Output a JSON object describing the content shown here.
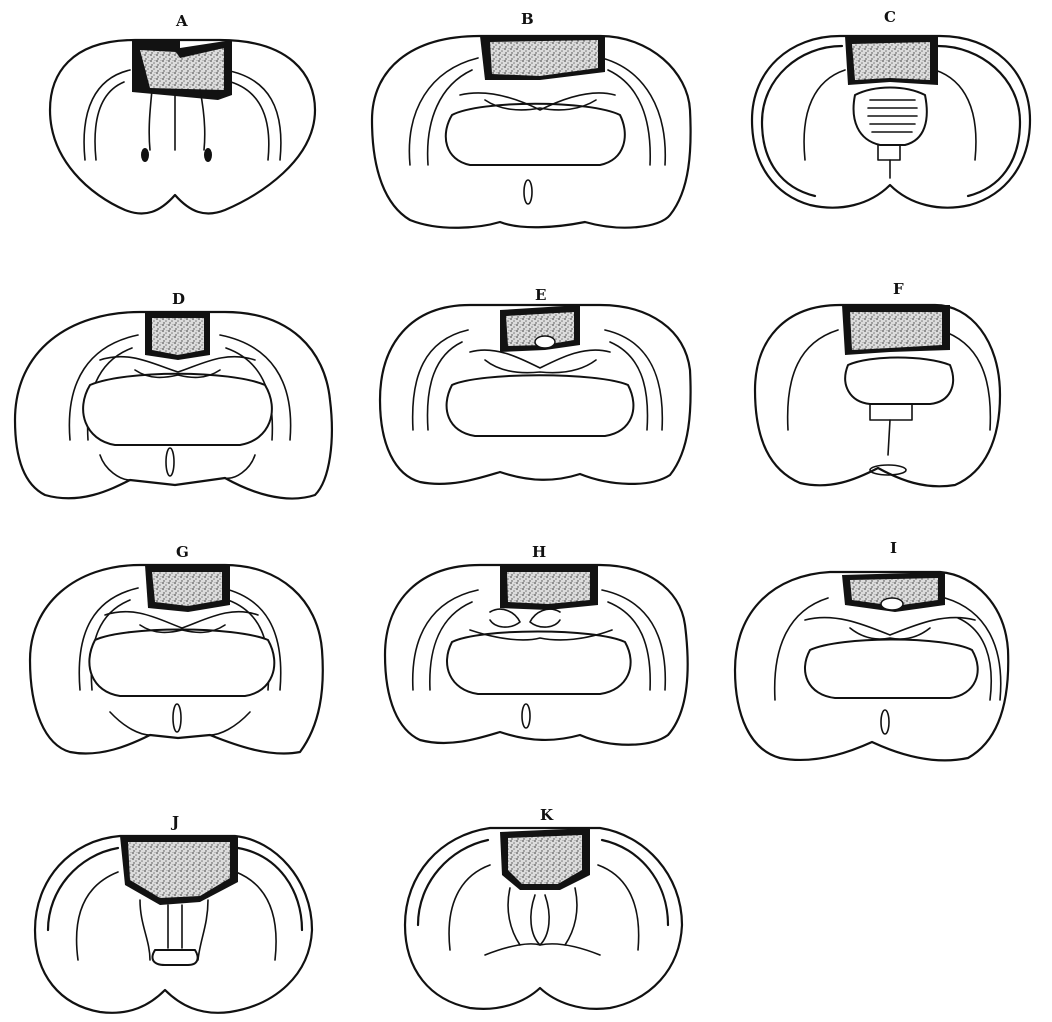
{
  "figure": {
    "panels": [
      {
        "id": "A",
        "label": "A"
      },
      {
        "id": "B",
        "label": "B"
      },
      {
        "id": "C",
        "label": "C"
      },
      {
        "id": "D",
        "label": "D"
      },
      {
        "id": "E",
        "label": "E"
      },
      {
        "id": "F",
        "label": "F"
      },
      {
        "id": "G",
        "label": "G"
      },
      {
        "id": "H",
        "label": "H"
      },
      {
        "id": "I",
        "label": "I"
      },
      {
        "id": "J",
        "label": "J"
      },
      {
        "id": "K",
        "label": "K"
      }
    ],
    "colors": {
      "ink": "#111111",
      "lesion_dark": "#121212",
      "lesion_stipple": "#8a8a8a",
      "background": "#ffffff"
    }
  }
}
